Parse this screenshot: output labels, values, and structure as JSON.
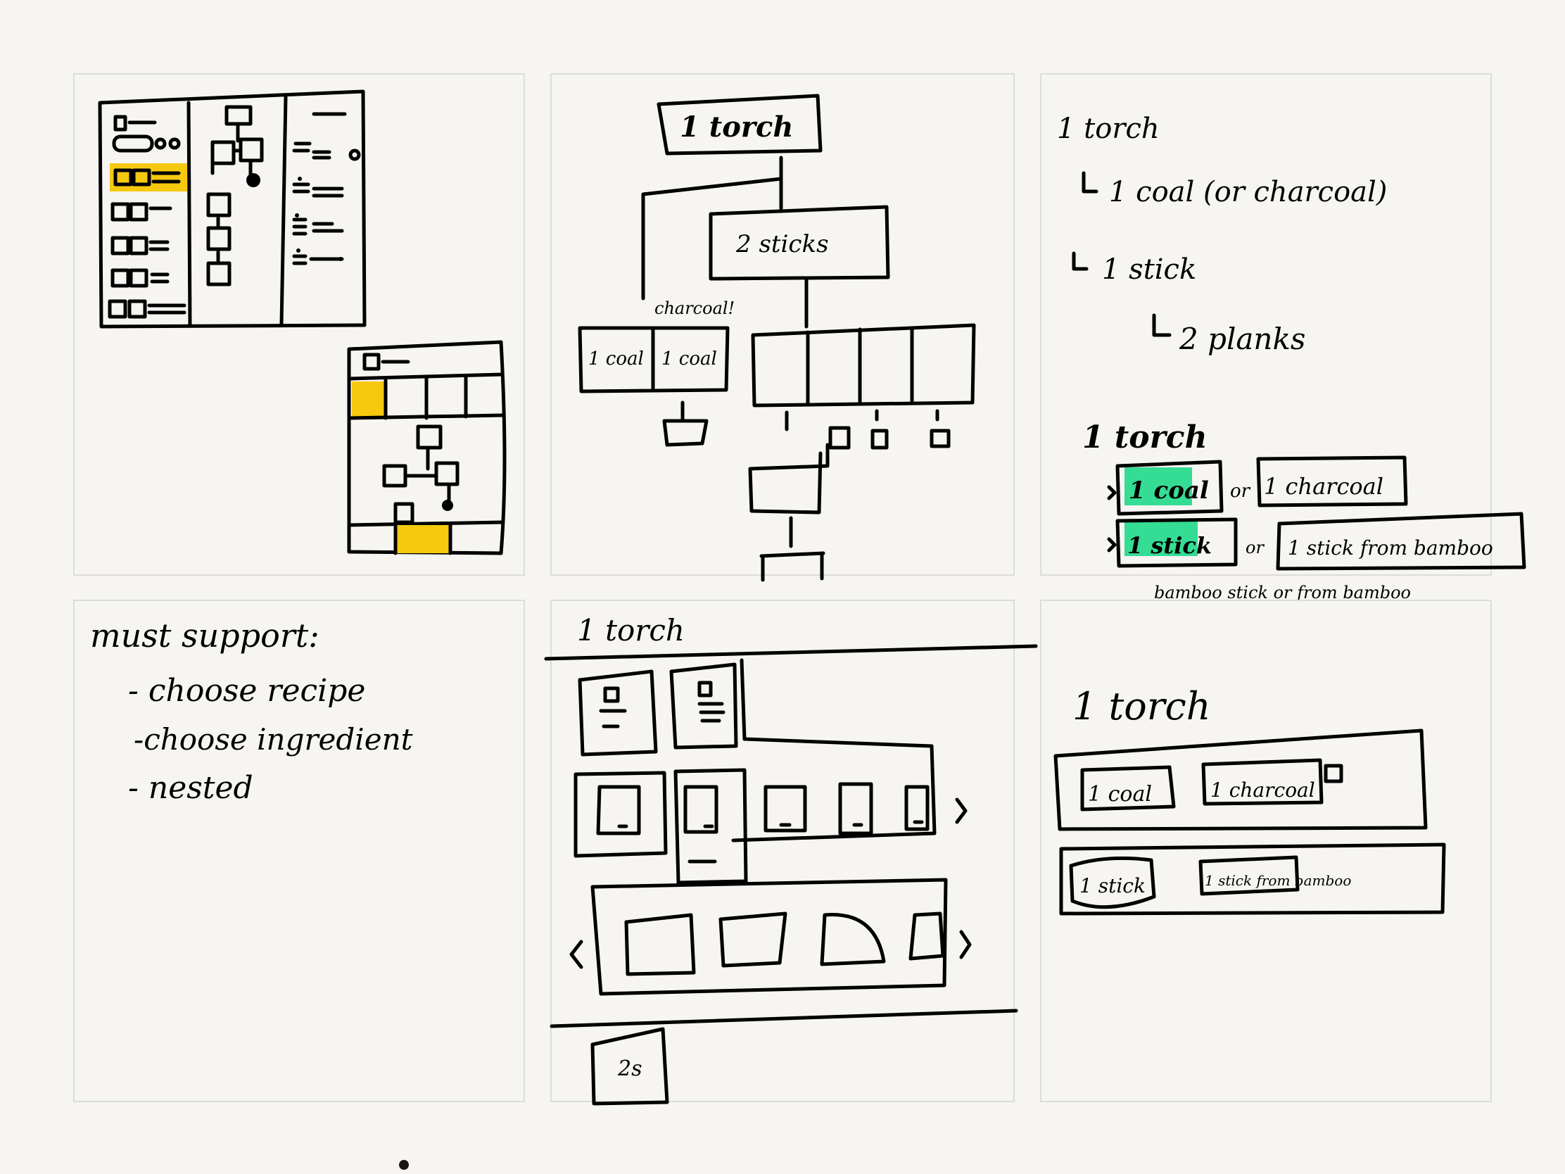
{
  "colors": {
    "background": "#f6f5f1",
    "panel_border": "#dcdcd8",
    "ink": "#000000",
    "highlight_yellow": "#f6c90e",
    "highlight_green": "#1fd98a"
  },
  "panel_tree": {
    "root": "1 torch",
    "sticks": "2 sticks",
    "charcoal_note": "charcoal!",
    "coal": "1 coal",
    "coal_alt": "1 coal"
  },
  "panel_recipe": {
    "line1": "1 torch",
    "line2": "1 coal (or charcoal)",
    "line3": "1 stick",
    "line4": "2 planks",
    "torch2": "1 torch",
    "opt_coal": "1 coal",
    "opt_or1": "or",
    "opt_charcoal": "1 charcoal",
    "opt_stick": "1 stick",
    "opt_or2": "or",
    "opt_stick_bamboo": "1 stick from bamboo",
    "footnote": "bamboo stick or from bamboo"
  },
  "panel_notes": {
    "title": "must support:",
    "items": [
      "- choose recipe",
      "-choose ingredient",
      "- nested"
    ]
  },
  "panel_carousel": {
    "title": "1 torch",
    "time": "2s"
  },
  "panel_rows": {
    "title": "1 torch",
    "row1_a": "1 coal",
    "row1_b": "1 charcoal",
    "row2_a": "1 stick",
    "row2_b": "1 stick from bamboo"
  }
}
